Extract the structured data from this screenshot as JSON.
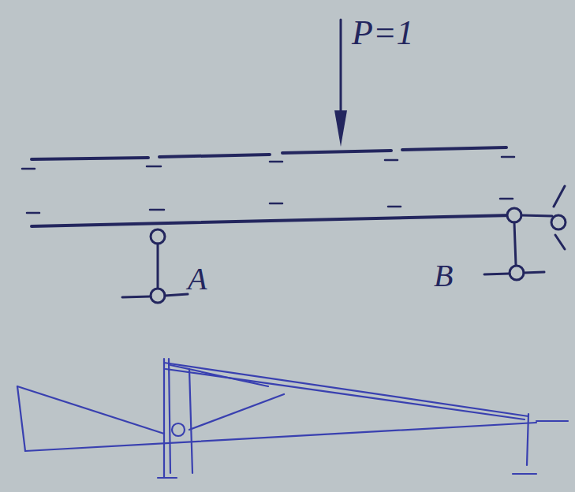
{
  "diagram": {
    "labels": [
      "P=1",
      "A",
      "B"
    ]
  }
}
